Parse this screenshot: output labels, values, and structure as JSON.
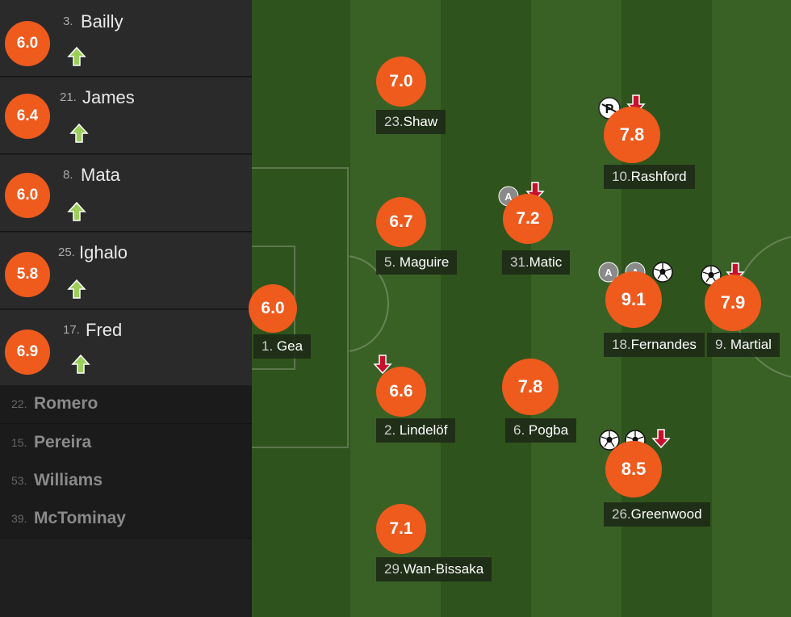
{
  "substitutes": [
    {
      "number": "3.",
      "name": "Bailly",
      "rating": "6.0"
    },
    {
      "number": "21.",
      "name": "James",
      "rating": "6.4"
    },
    {
      "number": "8.",
      "name": "Mata",
      "rating": "6.0"
    },
    {
      "number": "25.",
      "name": "Ighalo",
      "rating": "5.8"
    },
    {
      "number": "17.",
      "name": "Fred",
      "rating": "6.9"
    }
  ],
  "bench": [
    {
      "number": "22.",
      "name": "Romero"
    },
    {
      "number": "15.",
      "name": "Pereira"
    },
    {
      "number": "53.",
      "name": "Williams"
    },
    {
      "number": "39.",
      "name": "McTominay"
    }
  ],
  "players": {
    "gea": {
      "number": "1.",
      "name": "Gea",
      "rating": "6.0"
    },
    "shaw": {
      "number": "23.",
      "name": "Shaw",
      "rating": "7.0"
    },
    "maguire": {
      "number": "5.",
      "name": "Maguire",
      "rating": "6.7"
    },
    "lindelof": {
      "number": "2.",
      "name": "Lindelöf",
      "rating": "6.6"
    },
    "wanbissaka": {
      "number": "29.",
      "name": "Wan-Bissaka",
      "rating": "7.1"
    },
    "matic": {
      "number": "31.",
      "name": "Matic",
      "rating": "7.2"
    },
    "pogba": {
      "number": "6.",
      "name": "Pogba",
      "rating": "7.8"
    },
    "rashford": {
      "number": "10.",
      "name": "Rashford",
      "rating": "7.8"
    },
    "fernandes": {
      "number": "18.",
      "name": "Fernandes",
      "rating": "9.1"
    },
    "martial": {
      "number": "9.",
      "name": "Martial",
      "rating": "7.9"
    },
    "greenwood": {
      "number": "26.",
      "name": "Greenwood",
      "rating": "8.5"
    }
  },
  "colors": {
    "rating_bg": "#ef5a1d",
    "sub_in_arrow": "#9ccf5a",
    "sub_out_arrow": "#c8102e"
  },
  "icons": [
    "arrow-up-icon",
    "arrow-down-icon",
    "assist-icon",
    "goal-ball-icon",
    "penalty-missed-icon"
  ]
}
